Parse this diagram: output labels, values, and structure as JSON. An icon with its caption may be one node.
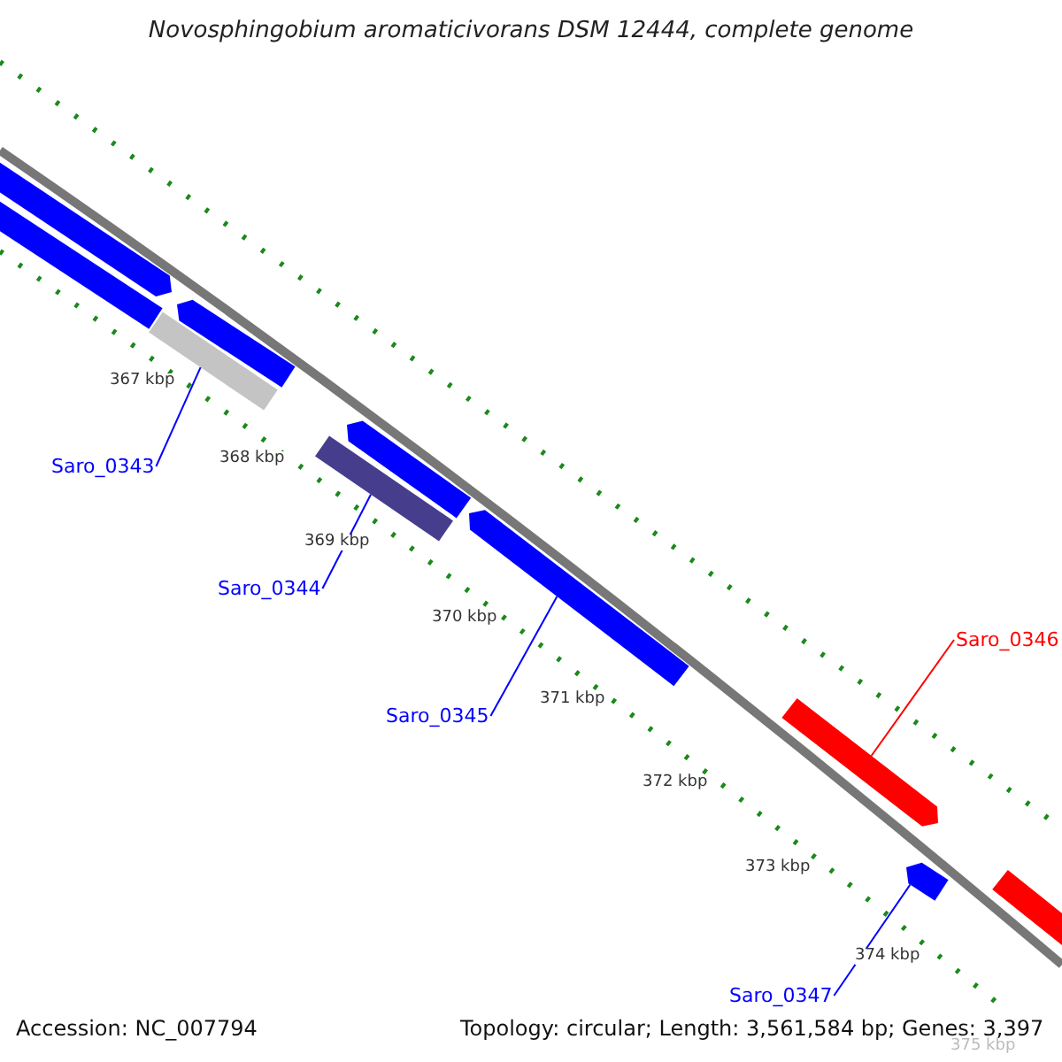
{
  "diagram": {
    "title": "Novosphingobium aromaticivorans DSM 12444, complete genome",
    "nodes": [
      {
        "text": [
          "Saro_0343"
        ]
      },
      {
        "text": [
          "Saro_0344"
        ]
      },
      {
        "text": [
          "Saro_0345"
        ]
      },
      {
        "text": [
          "Saro_0346"
        ]
      },
      {
        "text": [
          "Saro_0347"
        ]
      },
      {
        "text": [],
        "shape": "bar"
      },
      {
        "text": [],
        "shape": "bar"
      },
      {
        "text": [],
        "shape": "bar"
      },
      {
        "text": [],
        "shape": "bar"
      },
      {
        "text": [],
        "shape": "bar"
      },
      {
        "text": [],
        "shape": "bar"
      },
      {
        "text": [],
        "shape": "bar"
      },
      {
        "text": [],
        "shape": "bar"
      },
      {
        "text": [],
        "shape": "bar"
      },
      {
        "text": [],
        "shape": "bar"
      }
    ],
    "edges": [
      {
        "from": 0,
        "to": 7,
        "arrow": "none"
      },
      {
        "from": 1,
        "to": 9,
        "arrow": "none"
      },
      {
        "from": 2,
        "to": 11,
        "arrow": "none"
      },
      {
        "from": 3,
        "to": 12,
        "arrow": "none",
        "color": "#ff0000"
      },
      {
        "from": 4,
        "to": 13,
        "arrow": "none"
      }
    ],
    "labels": [
      "367 kbp",
      "368 kbp",
      "369 kbp",
      "370 kbp",
      "371 kbp",
      "372 kbp",
      "373 kbp",
      "374 kbp",
      "375 kbp",
      "Accession: NC_007794",
      "Topology: circular; Length: 3,561,584 bp; Genes: 3,397"
    ]
  }
}
